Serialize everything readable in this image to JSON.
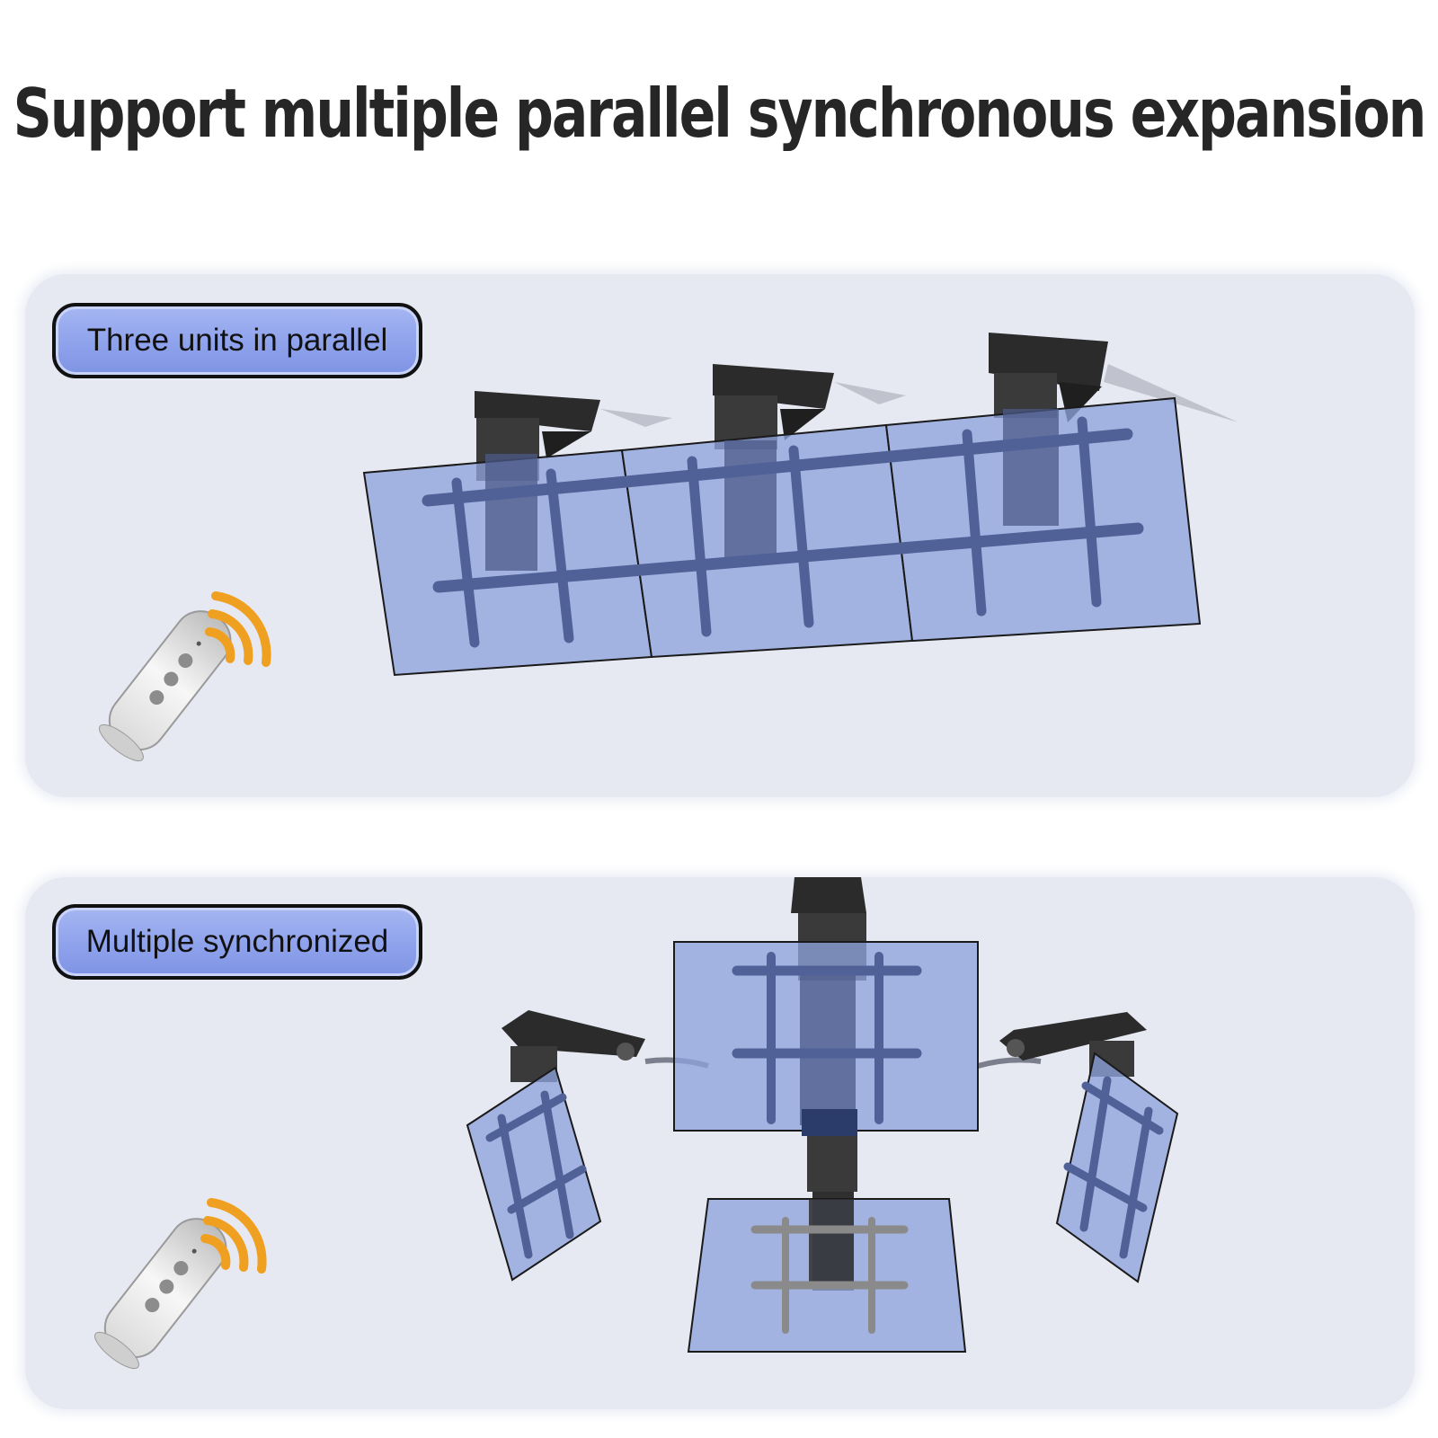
{
  "title": "Support multiple parallel synchronous expansion",
  "panels": [
    {
      "label": "Three units in parallel"
    },
    {
      "label": "Multiple synchronized"
    }
  ],
  "colors": {
    "panel_bg": "#e6e8f2",
    "pill_fill": "#8ea2ec",
    "screen_fill": "#8ea3dc",
    "signal": "#f0a020",
    "lift_body": "#2b2b2b"
  },
  "icons": [
    "remote-control-icon",
    "wireless-signal-icon"
  ]
}
